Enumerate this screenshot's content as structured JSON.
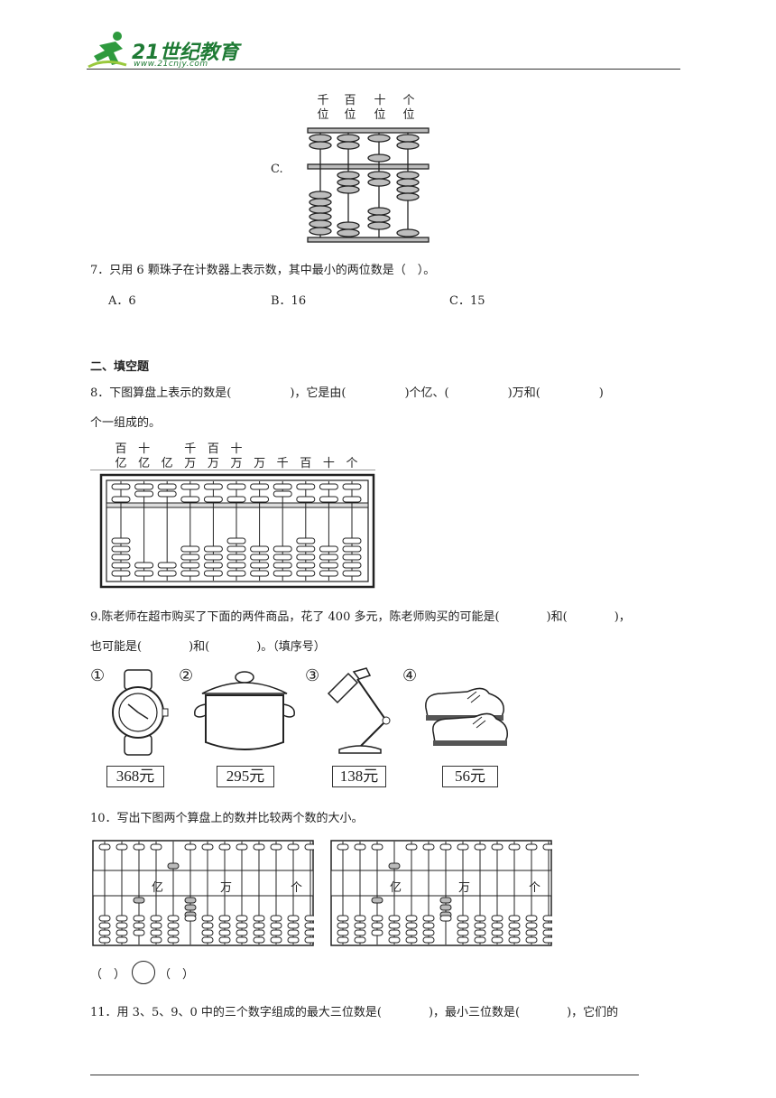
{
  "header": {
    "logo_main": "21世纪教育",
    "logo_sub": "www.21cnjy.com"
  },
  "q6": {
    "option_c_label": "C.",
    "abacus_headers": [
      [
        "千",
        "位"
      ],
      [
        "百",
        "位"
      ],
      [
        "十",
        "位"
      ],
      [
        "个",
        "位"
      ]
    ]
  },
  "q7": {
    "stem": "7．只用 6 颗珠子在计数器上表示数，其中最小的两位数是（　）。",
    "options": [
      "A．6",
      "B．16",
      "C．15"
    ]
  },
  "section2": {
    "title": "二、填空题"
  },
  "q8": {
    "stem_line1": "8．下图算盘上表示的数是(　　　　　)，它是由(　　　　　)个亿、(　　　　　)万和(　　　　　)",
    "stem_line2": "个一组成的。",
    "headers_top": [
      "百",
      "十",
      "",
      "千",
      "百",
      "十",
      "",
      "",
      "",
      "",
      ""
    ],
    "headers_bottom": [
      "亿",
      "亿",
      "亿",
      "万",
      "万",
      "万",
      "万",
      "千",
      "百",
      "十",
      "个"
    ]
  },
  "q9": {
    "stem_line1": "9.陈老师在超市购买了下面的两件商品，花了 400 多元，陈老师购买的可能是(　　　　)和(　　　　)，",
    "stem_line2": "也可能是(　　　　)和(　　　　)。（填序号）",
    "items": [
      {
        "num": "①",
        "name": "watch",
        "price": "368元"
      },
      {
        "num": "②",
        "name": "pot",
        "price": "295元"
      },
      {
        "num": "③",
        "name": "lamp",
        "price": "138元"
      },
      {
        "num": "④",
        "name": "shoes",
        "price": "56元"
      }
    ]
  },
  "q10": {
    "stem": "10．写出下图两个算盘上的数并比较两个数的大小。",
    "abacus_labels": [
      "亿",
      "万",
      "个"
    ],
    "compare_left": "（　）",
    "compare_right": "（　）"
  },
  "q11": {
    "stem": "11．用 3、5、9、0 中的三个数字组成的最大三位数是(　　　　)，最小三位数是(　　　　)，它们的"
  }
}
